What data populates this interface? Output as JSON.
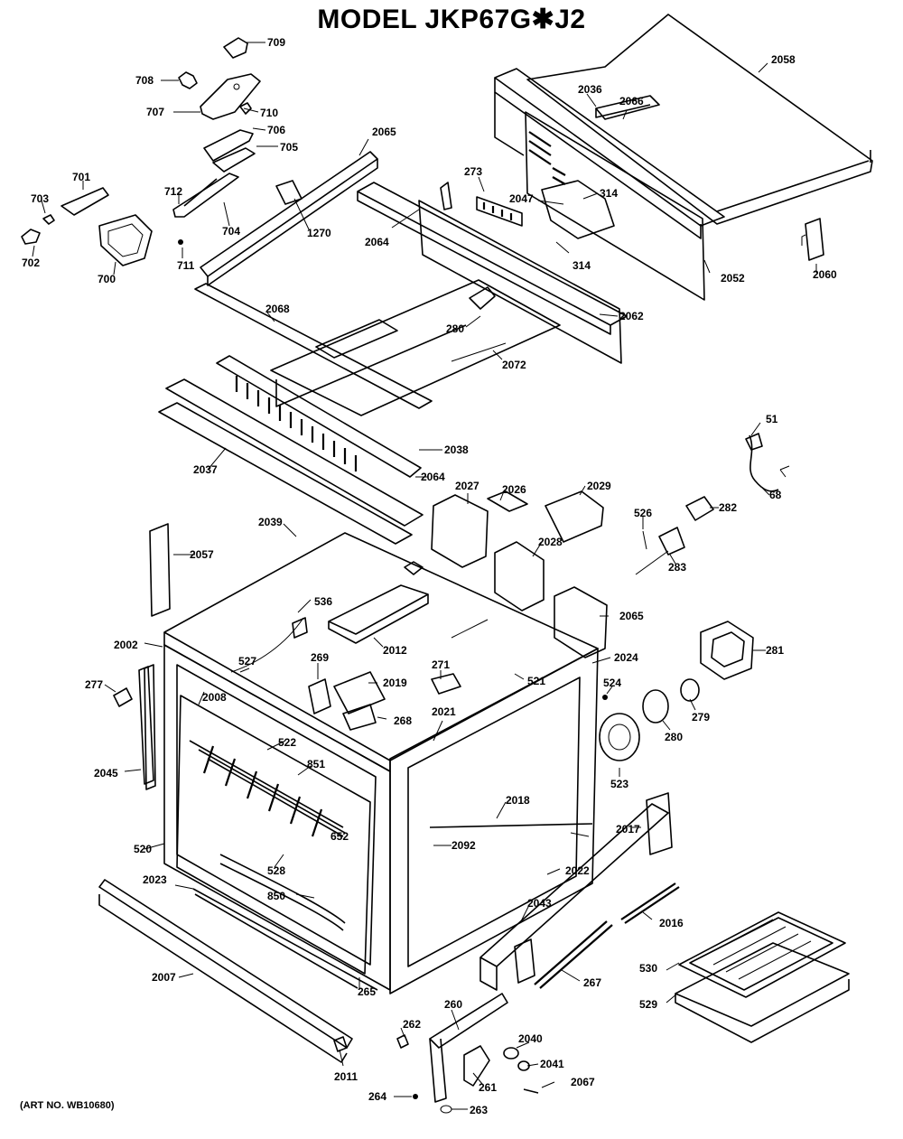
{
  "title": "MODEL JKP67G✱J2",
  "art_number": "(ART NO. WB10680)",
  "callouts": [
    {
      "id": "c709",
      "text": "709"
    },
    {
      "id": "c708",
      "text": "708"
    },
    {
      "id": "c707",
      "text": "707"
    },
    {
      "id": "c710",
      "text": "710"
    },
    {
      "id": "c706",
      "text": "706"
    },
    {
      "id": "c705",
      "text": "705"
    },
    {
      "id": "c701",
      "text": "701"
    },
    {
      "id": "c703",
      "text": "703"
    },
    {
      "id": "c712",
      "text": "712"
    },
    {
      "id": "c702",
      "text": "702"
    },
    {
      "id": "c700",
      "text": "700"
    },
    {
      "id": "c711",
      "text": "711"
    },
    {
      "id": "c704",
      "text": "704"
    },
    {
      "id": "c2065a",
      "text": "2065"
    },
    {
      "id": "c1270",
      "text": "1270"
    },
    {
      "id": "c2064",
      "text": "2064"
    },
    {
      "id": "c273",
      "text": "273"
    },
    {
      "id": "c2047",
      "text": "2047"
    },
    {
      "id": "c314a",
      "text": "314"
    },
    {
      "id": "c314b",
      "text": "314"
    },
    {
      "id": "c2036",
      "text": "2036"
    },
    {
      "id": "c2066",
      "text": "2066"
    },
    {
      "id": "c2058",
      "text": "2058"
    },
    {
      "id": "c2052",
      "text": "2052"
    },
    {
      "id": "c2060",
      "text": "2060"
    },
    {
      "id": "c2062",
      "text": "2062"
    },
    {
      "id": "c2068",
      "text": "2068"
    },
    {
      "id": "c280a",
      "text": "280"
    },
    {
      "id": "c2072",
      "text": "2072"
    },
    {
      "id": "c2038",
      "text": "2038"
    },
    {
      "id": "c2037",
      "text": "2037"
    },
    {
      "id": "c2064b",
      "text": "2064"
    },
    {
      "id": "c51",
      "text": "51"
    },
    {
      "id": "c68",
      "text": "68"
    },
    {
      "id": "c2027",
      "text": "2027"
    },
    {
      "id": "c2026",
      "text": "2026"
    },
    {
      "id": "c2029",
      "text": "2029"
    },
    {
      "id": "c526",
      "text": "526"
    },
    {
      "id": "c282",
      "text": "282"
    },
    {
      "id": "c2028",
      "text": "2028"
    },
    {
      "id": "c283",
      "text": "283"
    },
    {
      "id": "c2039",
      "text": "2039"
    },
    {
      "id": "c2057",
      "text": "2057"
    },
    {
      "id": "c536",
      "text": "536"
    },
    {
      "id": "c2065b",
      "text": "2065"
    },
    {
      "id": "c2002",
      "text": "2002"
    },
    {
      "id": "c2012",
      "text": "2012"
    },
    {
      "id": "c527",
      "text": "527"
    },
    {
      "id": "c269",
      "text": "269"
    },
    {
      "id": "c2019",
      "text": "2019"
    },
    {
      "id": "c271",
      "text": "271"
    },
    {
      "id": "c281",
      "text": "281"
    },
    {
      "id": "c2024",
      "text": "2024"
    },
    {
      "id": "c277",
      "text": "277"
    },
    {
      "id": "c2008",
      "text": "2008"
    },
    {
      "id": "c268",
      "text": "268"
    },
    {
      "id": "c2021",
      "text": "2021"
    },
    {
      "id": "c521",
      "text": "521"
    },
    {
      "id": "c524",
      "text": "524"
    },
    {
      "id": "c279",
      "text": "279"
    },
    {
      "id": "c280b",
      "text": "280"
    },
    {
      "id": "c522",
      "text": "522"
    },
    {
      "id": "c851",
      "text": "851"
    },
    {
      "id": "c523",
      "text": "523"
    },
    {
      "id": "c2045",
      "text": "2045"
    },
    {
      "id": "c2018",
      "text": "2018"
    },
    {
      "id": "c652",
      "text": "652"
    },
    {
      "id": "c2017",
      "text": "2017"
    },
    {
      "id": "c520",
      "text": "520"
    },
    {
      "id": "c2092",
      "text": "2092"
    },
    {
      "id": "c528",
      "text": "528"
    },
    {
      "id": "c2022",
      "text": "2022"
    },
    {
      "id": "c2023",
      "text": "2023"
    },
    {
      "id": "c850",
      "text": "850"
    },
    {
      "id": "c2043",
      "text": "2043"
    },
    {
      "id": "c2016",
      "text": "2016"
    },
    {
      "id": "c2007",
      "text": "2007"
    },
    {
      "id": "c267",
      "text": "267"
    },
    {
      "id": "c530",
      "text": "530"
    },
    {
      "id": "c265",
      "text": "265"
    },
    {
      "id": "c529",
      "text": "529"
    },
    {
      "id": "c260",
      "text": "260"
    },
    {
      "id": "c262",
      "text": "262"
    },
    {
      "id": "c2040",
      "text": "2040"
    },
    {
      "id": "c2041",
      "text": "2041"
    },
    {
      "id": "c261",
      "text": "261"
    },
    {
      "id": "c2067",
      "text": "2067"
    },
    {
      "id": "c2011",
      "text": "2011"
    },
    {
      "id": "c264",
      "text": "264"
    },
    {
      "id": "c263",
      "text": "263"
    }
  ]
}
